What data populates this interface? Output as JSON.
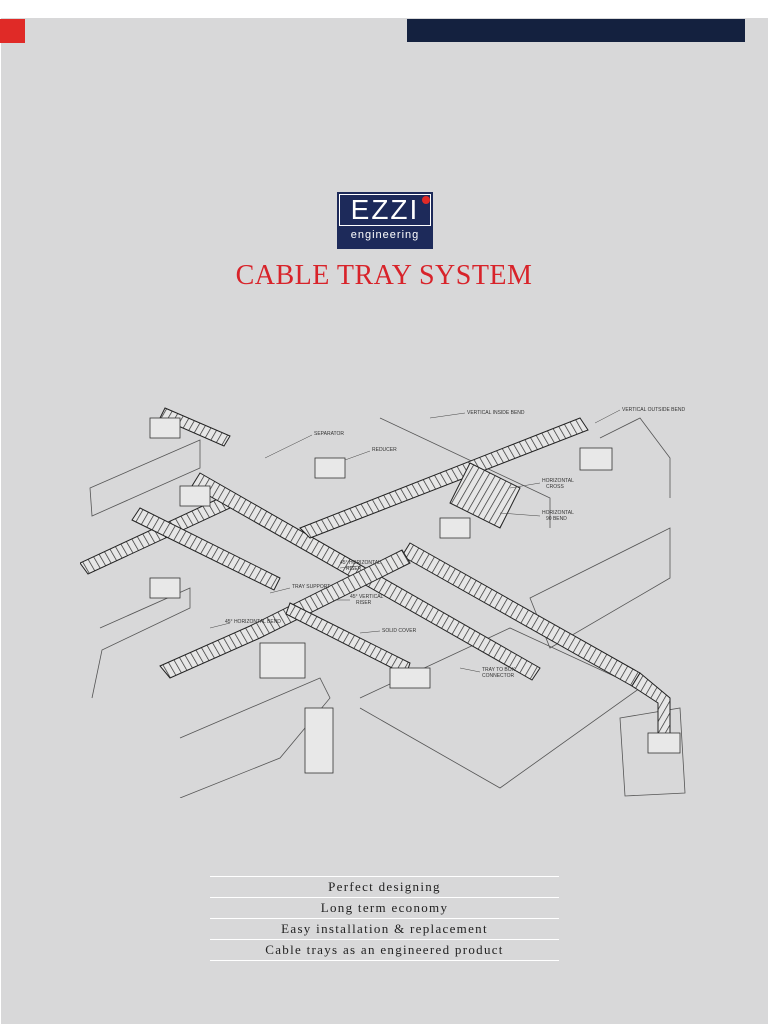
{
  "logo": {
    "main_text": "EZZI",
    "sub_text": "engineering"
  },
  "title": "CABLE TRAY SYSTEM",
  "colors": {
    "accent_red": "#e02a27",
    "navy": "#14213f",
    "logo_blue": "#1d2a5a",
    "background": "#d8d8d9"
  },
  "drawing_labels": {
    "separator": "SEPARATOR",
    "reducer": "REDUCER",
    "vertical_inside_bend": "VERTICAL INSIDE BEND",
    "vertical_outside_bend": "VERTICAL OUTSIDE BEND",
    "horizontal_cross_1": "HORIZONTAL",
    "horizontal_cross_2": "CROSS",
    "horizontal_90_bend_1": "HORIZONTAL",
    "horizontal_90_bend_2": "90 BEND",
    "h45_riser_1": "45° HORIZONTAL",
    "h45_riser_2": "RISER",
    "v45_riser_1": "45° VERTICAL",
    "v45_riser_2": "RISER",
    "tray_support": "TRAY SUPPORT",
    "solid_cover": "SOLID COVER",
    "h45_bend": "45° HORIZONTAL BEND",
    "tray_to_box_1": "TRAY TO BOX",
    "tray_to_box_2": "CONNECTOR"
  },
  "features": [
    "Perfect designing",
    "Long term economy",
    "Easy installation & replacement",
    "Cable trays as an engineered product"
  ]
}
